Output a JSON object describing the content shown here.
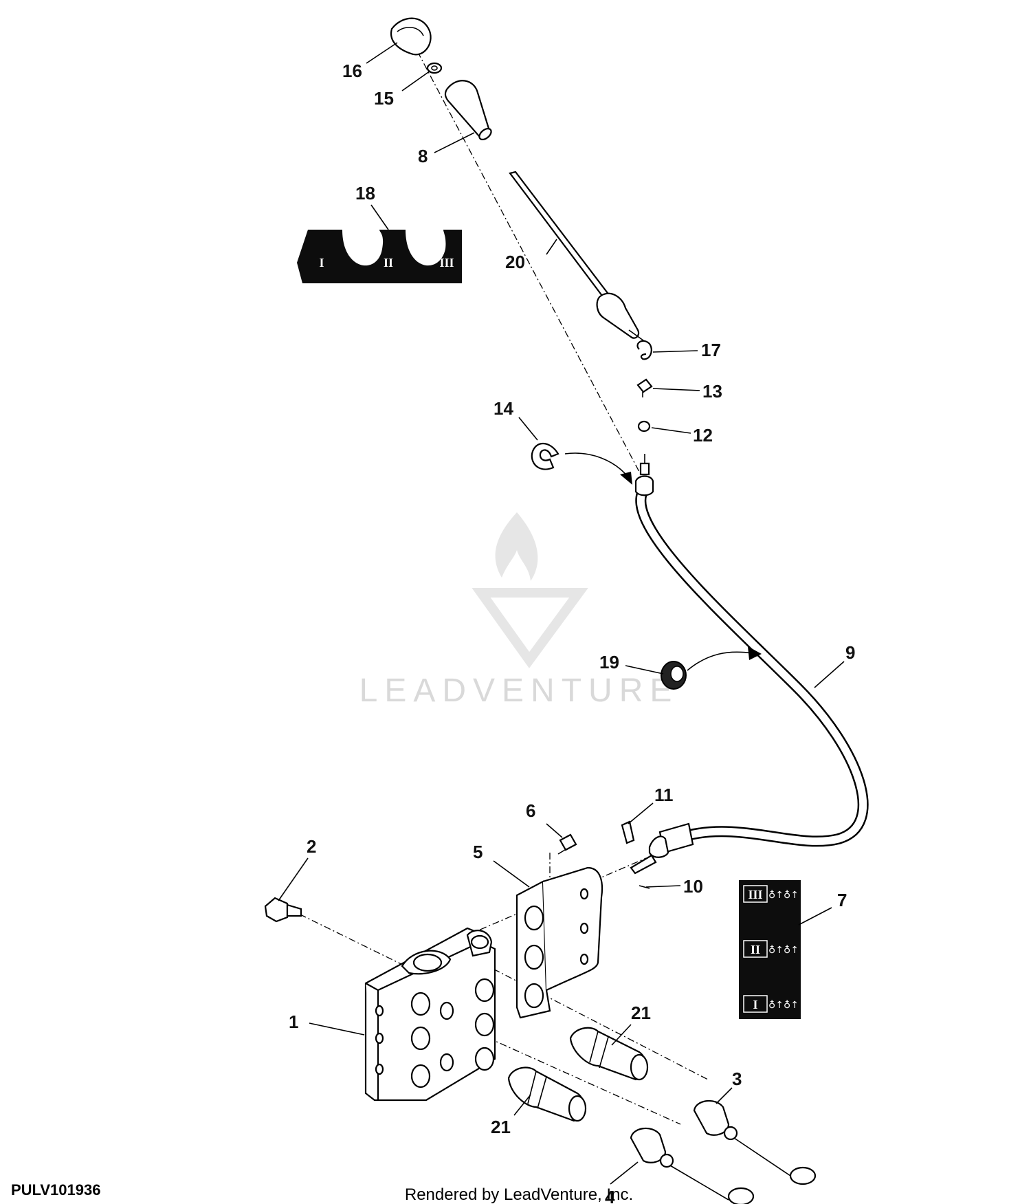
{
  "watermark": {
    "text": "LEADVENTURE"
  },
  "footer": {
    "diagram_id": "PULV101936",
    "rendered_by": "Rendered by LeadVenture, Inc."
  },
  "callouts": [
    {
      "id": "c1",
      "label": "1"
    },
    {
      "id": "c2",
      "label": "2"
    },
    {
      "id": "c3",
      "label": "3"
    },
    {
      "id": "c4",
      "label": "4"
    },
    {
      "id": "c5",
      "label": "5"
    },
    {
      "id": "c6",
      "label": "6"
    },
    {
      "id": "c7",
      "label": "7"
    },
    {
      "id": "c8",
      "label": "8"
    },
    {
      "id": "c9",
      "label": "9"
    },
    {
      "id": "c10",
      "label": "10"
    },
    {
      "id": "c11",
      "label": "11"
    },
    {
      "id": "c12",
      "label": "12"
    },
    {
      "id": "c13",
      "label": "13"
    },
    {
      "id": "c14",
      "label": "14"
    },
    {
      "id": "c15",
      "label": "15"
    },
    {
      "id": "c16",
      "label": "16"
    },
    {
      "id": "c17",
      "label": "17"
    },
    {
      "id": "c18",
      "label": "18"
    },
    {
      "id": "c19",
      "label": "19"
    },
    {
      "id": "c20",
      "label": "20"
    },
    {
      "id": "c21a",
      "label": "21"
    },
    {
      "id": "c21b",
      "label": "21"
    }
  ],
  "decal_7": {
    "rows": [
      "III",
      "II",
      "I"
    ]
  },
  "decal_18": {
    "rows": [
      "I",
      "II",
      "III"
    ]
  }
}
